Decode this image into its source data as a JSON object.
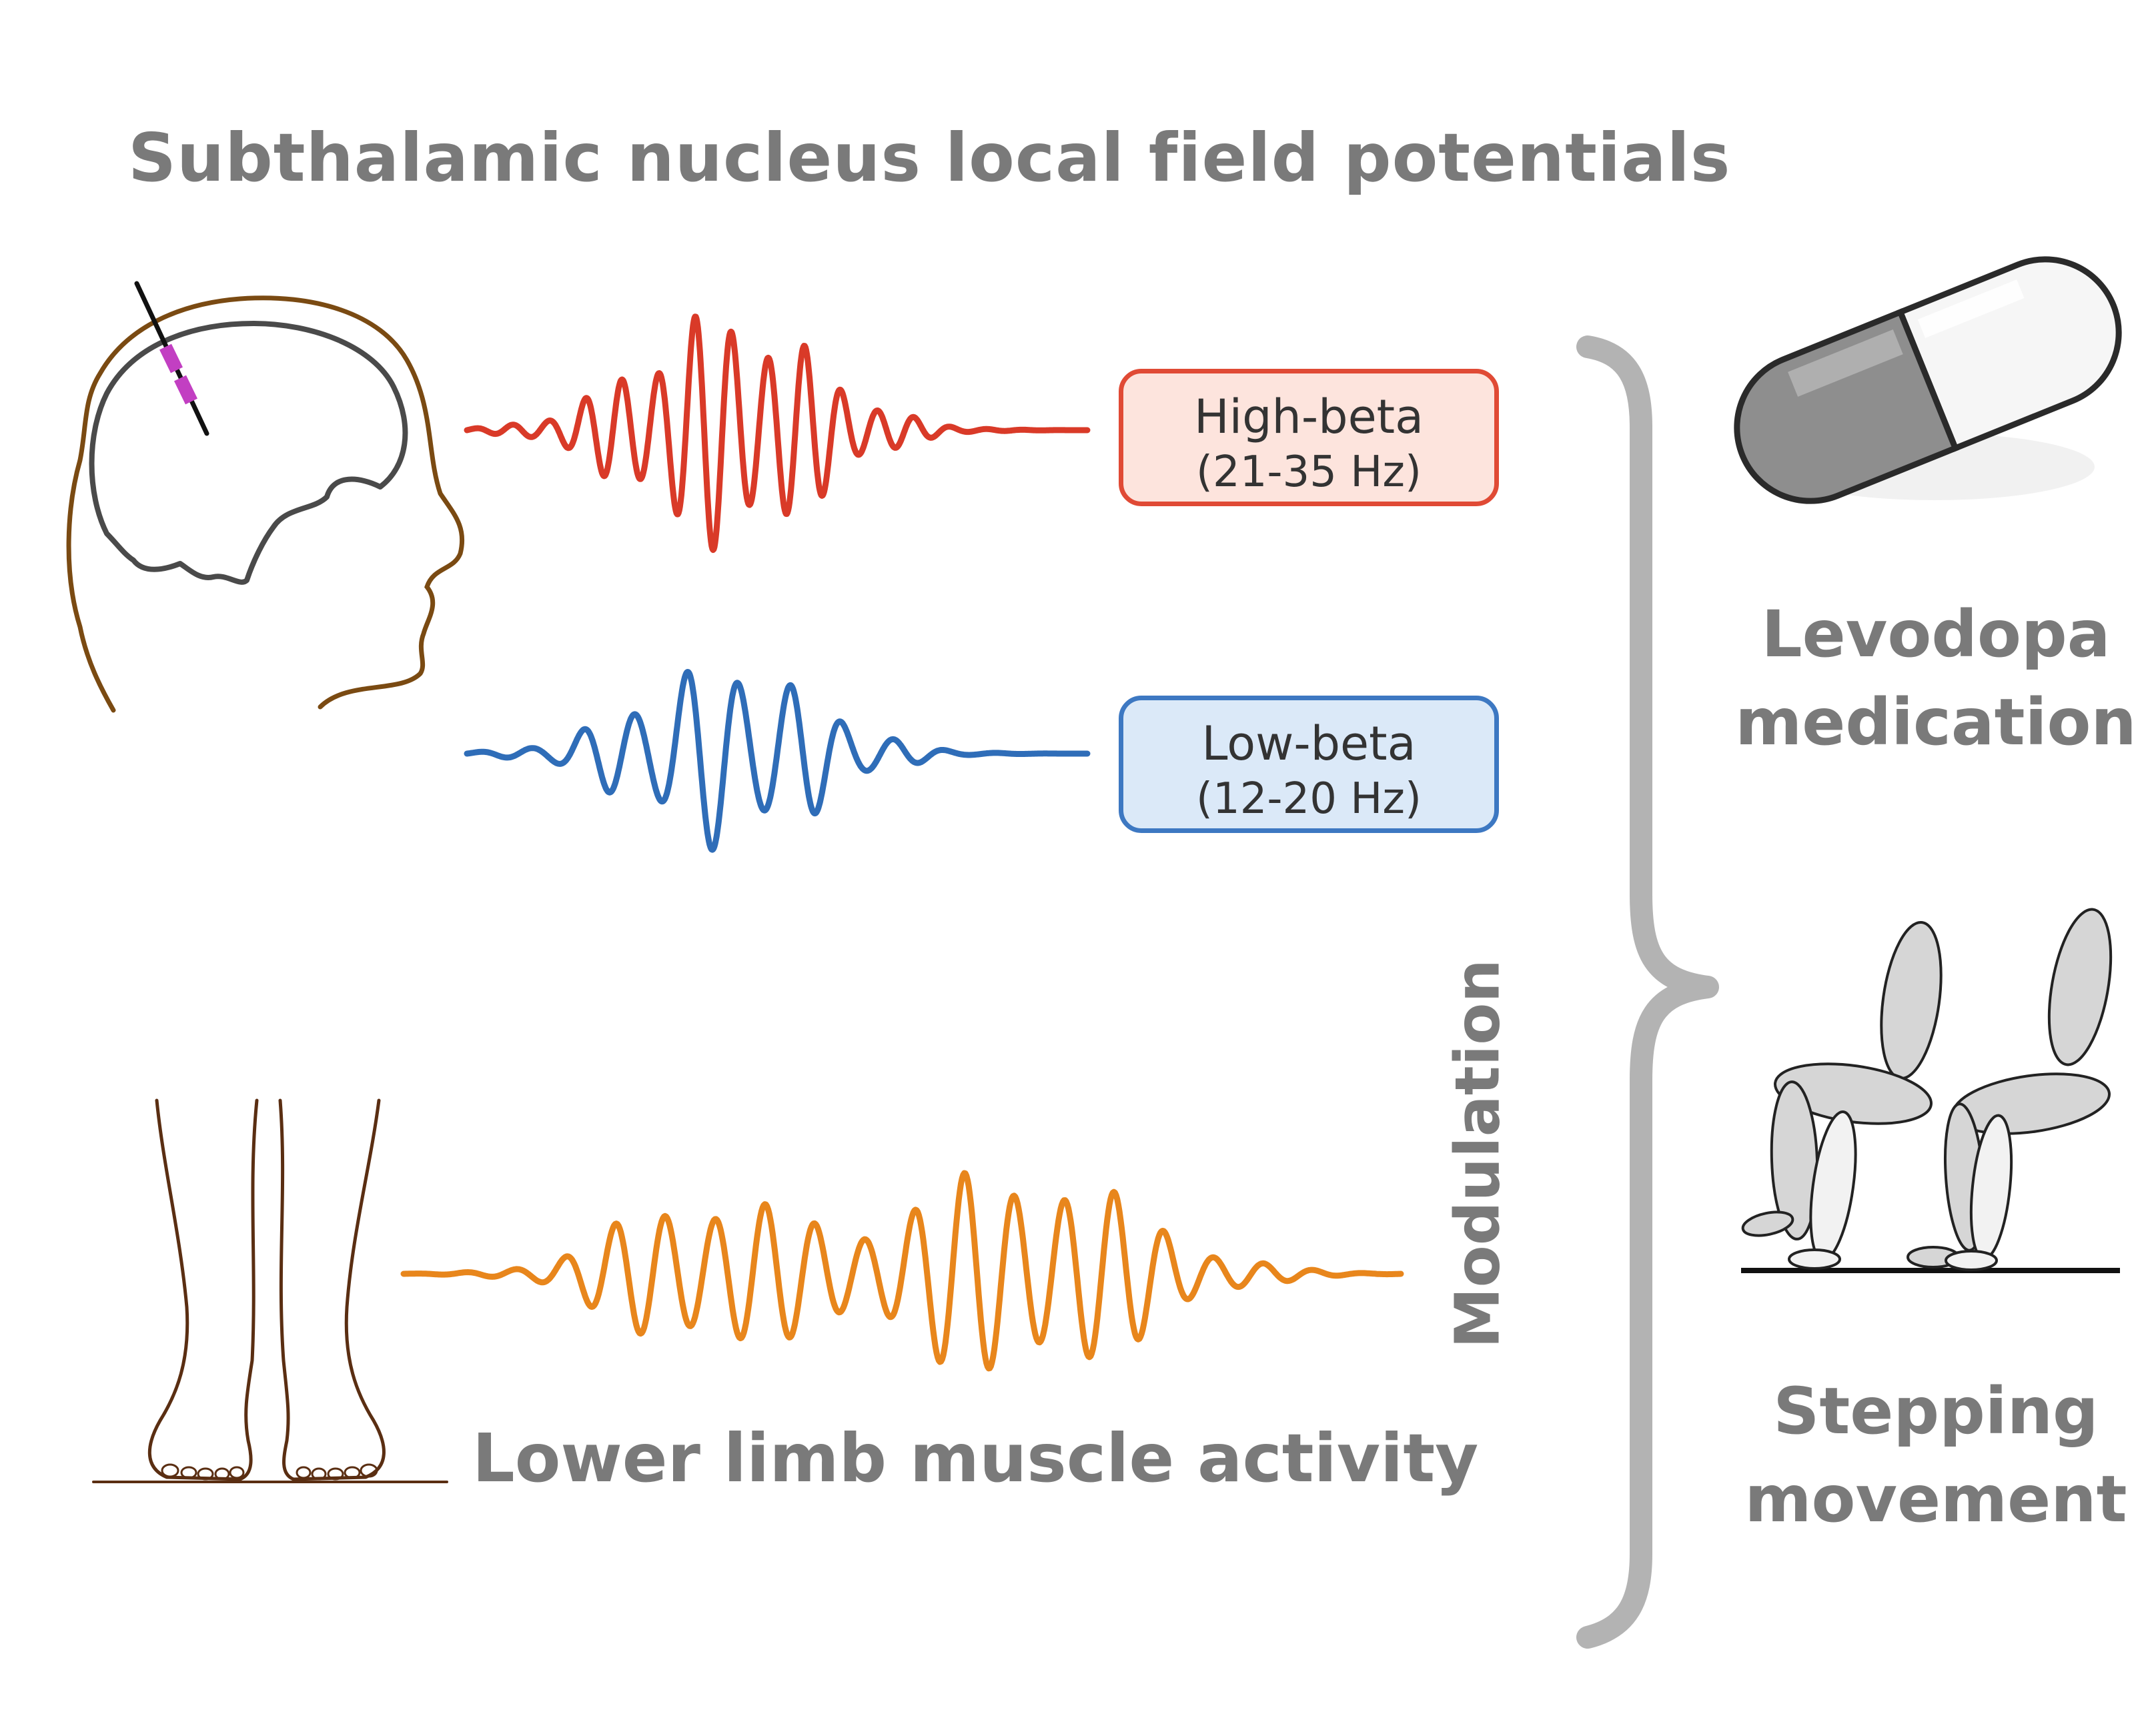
{
  "title": "Subthalamic nucleus local field potentials",
  "bands": [
    {
      "name": "High-beta",
      "range": "(21-35 Hz)",
      "stroke": "#e04a35",
      "fill": "#fde4dd",
      "wave": "#d93a28"
    },
    {
      "name": "Low-beta",
      "range": "(12-20 Hz)",
      "stroke": "#3d78c2",
      "fill": "#dbe9f8",
      "wave": "#2f6db8"
    }
  ],
  "muscle": {
    "label": "Lower limb muscle activity",
    "wave_color": "#e8861c"
  },
  "modulation": "Modulation",
  "levodopa": {
    "line1": "Levodopa",
    "line2": "medication"
  },
  "stepping": {
    "line1": "Stepping",
    "line2": "movement"
  },
  "colors": {
    "text_gray": "#7a7a7a",
    "brace": "#b3b3b3",
    "electrode": "#c23fc2",
    "head_outline": "#7a4a12",
    "brain_outline": "#4a4a4a",
    "legs": "#5a2e12"
  }
}
